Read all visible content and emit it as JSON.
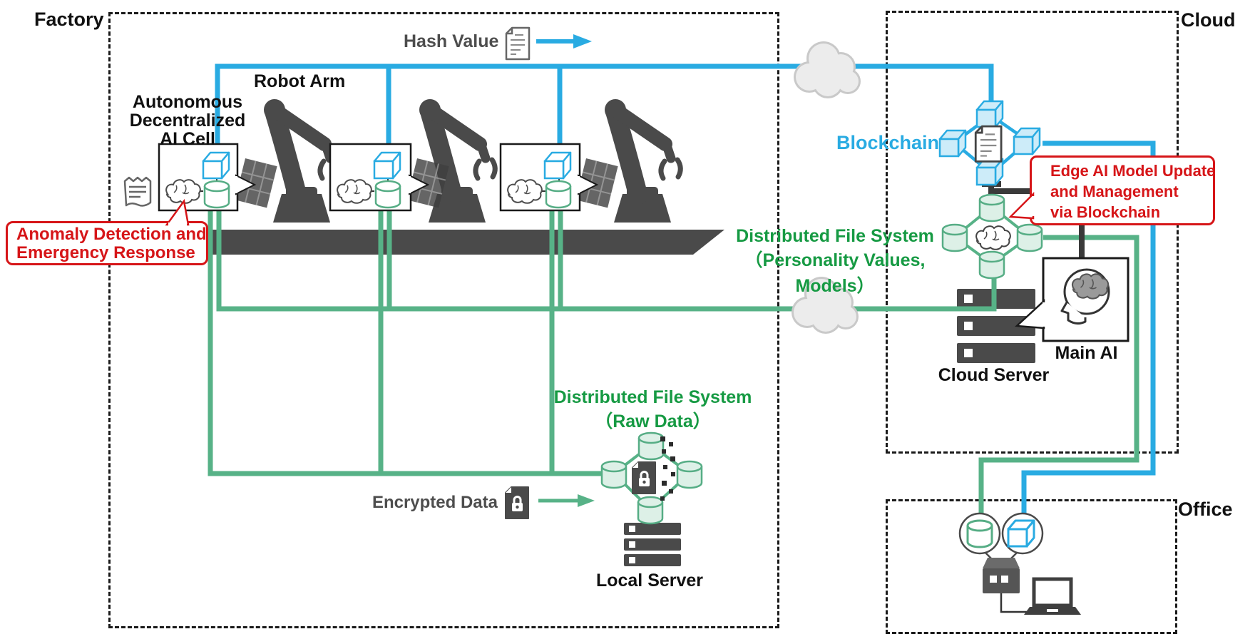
{
  "factory": {
    "label": "Factory",
    "ai_cell": {
      "line1": "Autonomous",
      "line2": "Decentralized",
      "line3": "AI Cell"
    },
    "robot_arm_label": "Robot Arm",
    "hash_value_label": "Hash Value",
    "anomaly_callout": {
      "line1": "Anomaly Detection and",
      "line2": "Emergency Response"
    },
    "dfs_raw": {
      "line1": "Distributed File System",
      "line2": "（Raw Data）"
    },
    "encrypted_label": "Encrypted Data",
    "local_server_label": "Local Server"
  },
  "cloud": {
    "label": "Cloud",
    "blockchain_label": "Blockchain",
    "edge_callout": {
      "line1": "Edge AI Model Update",
      "line2": "and Management",
      "line3": "via Blockchain"
    },
    "dfs_models": {
      "line1": "Distributed File System",
      "line2": "（Personality Values, Models）"
    },
    "cloud_server_label": "Cloud Server",
    "main_ai_label": "Main AI"
  },
  "office": {
    "label": "Office"
  },
  "colors": {
    "blue_accent": "#29abe2",
    "green_line": "#57b287",
    "green_text": "#169a43",
    "red_accent": "#d61518",
    "dark_gray": "#4a4a4a"
  },
  "icons": [
    "robot-arm-icon",
    "ai-cell-box",
    "cube-icon",
    "cylinder-icon",
    "brain-icon",
    "receipt-icon",
    "hash-document-icon",
    "lock-document-icon",
    "blockchain-icon",
    "distributed-file-system-icon",
    "server-icon",
    "cloud-shape",
    "head-brain-icon",
    "router-icon",
    "laptop-icon",
    "arrow-icon"
  ]
}
